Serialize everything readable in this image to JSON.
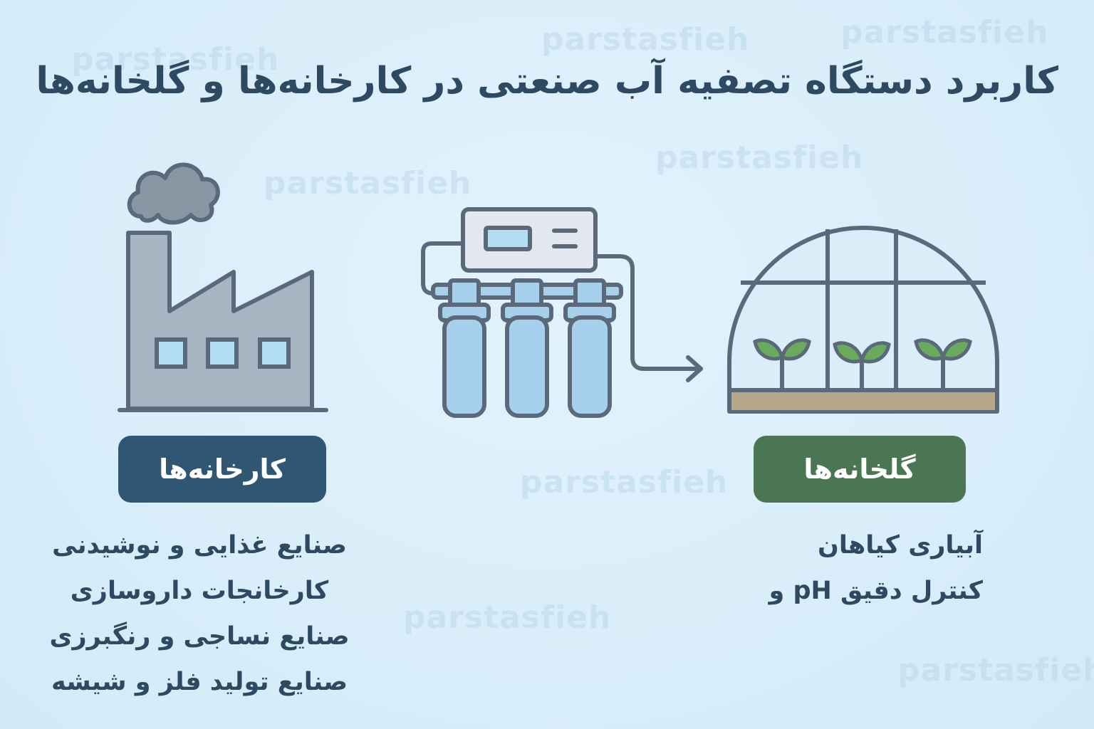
{
  "title": "کاربرد دستگاه تصفیه آب صنعتی در کارخانه‌ها  و گلخانه‌ها",
  "watermark_text": "parstasfieh",
  "factory": {
    "label": "کارخانه‌ها",
    "items": [
      "صنایع غذایی و نوشیدنی",
      "کارخانجات داروسازی",
      "صنایع نساجی و رنگبرزی",
      "صنایع تولید فلز و شیشه"
    ]
  },
  "greenhouse": {
    "label": "گلخانه‌ها",
    "items": [
      "آبیاری کیاهان",
      "کنترل دقیق pH و"
    ]
  },
  "icons": {
    "factory": "factory-icon",
    "filter": "water-filter-icon",
    "arrow": "arrow-right-icon",
    "greenhouse": "greenhouse-icon",
    "plant": "sprout-icon"
  },
  "colors": {
    "background": "#d6ecfa",
    "title_text": "#2e4a63",
    "factory_badge": "#2f5673",
    "greenhouse_badge": "#4a7654",
    "outline": "#5a6a7a",
    "factory_fill": "#a7b4c2",
    "filter_fill": "#a6d0ec",
    "plant_fill": "#6aaa5c",
    "soil": "#b8a688"
  }
}
